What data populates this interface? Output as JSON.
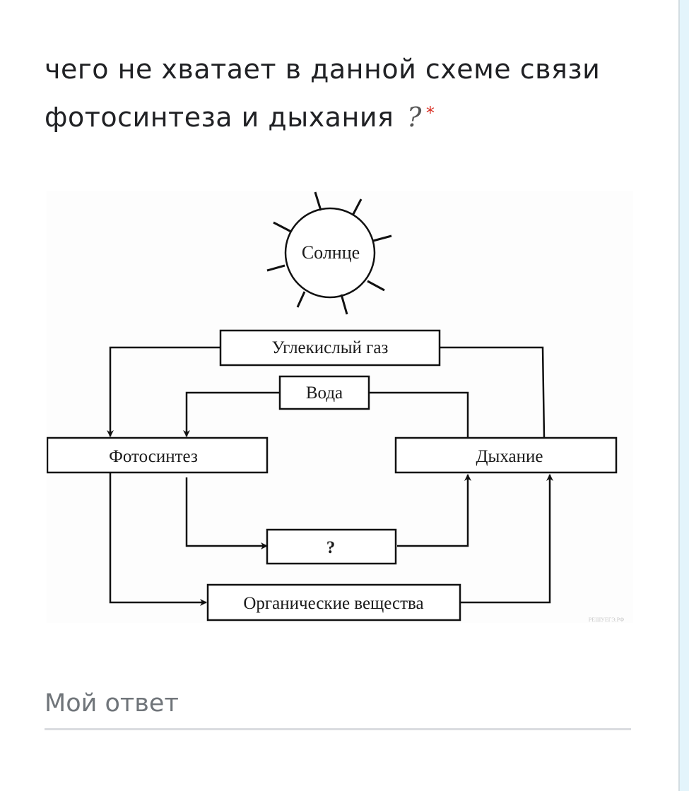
{
  "question": {
    "text": "чего не хватает в данной схеме связи фотосинтеза и дыхания",
    "question_mark": "?",
    "required_marker": "*"
  },
  "diagram": {
    "sun_label": "Солнце",
    "boxes": {
      "co2": "Углекислый газ",
      "water": "Вода",
      "photosynthesis": "Фотосинтез",
      "respiration": "Дыхание",
      "unknown": "?",
      "organic": "Органические вещества"
    },
    "watermark": "РЕШУЕГЭ.РФ"
  },
  "answer": {
    "placeholder": "Мой ответ",
    "value": ""
  },
  "colors": {
    "required": "#d93025",
    "page_background": "#e3f4fb"
  }
}
